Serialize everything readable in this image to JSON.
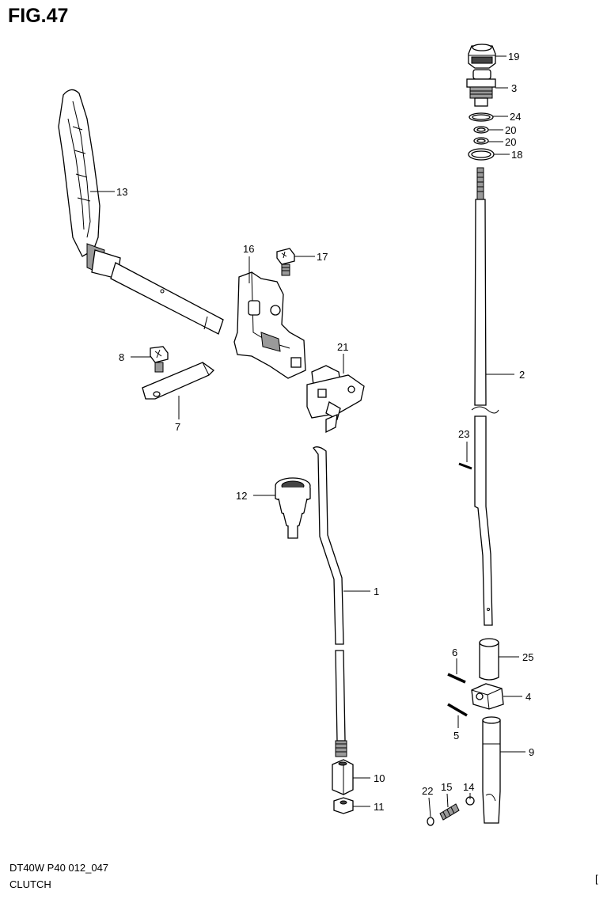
{
  "figure": {
    "title": "FIG.47",
    "model_code": "DT40W P40 012_047",
    "group_name": "CLUTCH",
    "corner_mark": "["
  },
  "callouts": [
    {
      "id": "c19",
      "label": "19"
    },
    {
      "id": "c3",
      "label": "3"
    },
    {
      "id": "c24",
      "label": "24"
    },
    {
      "id": "c20a",
      "label": "20"
    },
    {
      "id": "c20b",
      "label": "20"
    },
    {
      "id": "c18",
      "label": "18"
    },
    {
      "id": "c13",
      "label": "13"
    },
    {
      "id": "c16",
      "label": "16"
    },
    {
      "id": "c17",
      "label": "17"
    },
    {
      "id": "c21",
      "label": "21"
    },
    {
      "id": "c8",
      "label": "8"
    },
    {
      "id": "c7",
      "label": "7"
    },
    {
      "id": "c2",
      "label": "2"
    },
    {
      "id": "c23",
      "label": "23"
    },
    {
      "id": "c12",
      "label": "12"
    },
    {
      "id": "c1",
      "label": "1"
    },
    {
      "id": "c6",
      "label": "6"
    },
    {
      "id": "c25",
      "label": "25"
    },
    {
      "id": "c4",
      "label": "4"
    },
    {
      "id": "c5",
      "label": "5"
    },
    {
      "id": "c9",
      "label": "9"
    },
    {
      "id": "c14",
      "label": "14"
    },
    {
      "id": "c15",
      "label": "15"
    },
    {
      "id": "c22",
      "label": "22"
    },
    {
      "id": "c10",
      "label": "10"
    },
    {
      "id": "c11",
      "label": "11"
    }
  ]
}
